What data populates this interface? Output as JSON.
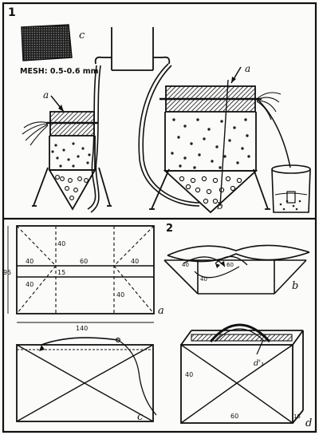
{
  "panel1": {
    "number": "1",
    "sample_letter": "c",
    "mesh_label": "MESH: 0.5-0.6 mm",
    "left_inlet_letter": "a",
    "right_inlet_letter": "a",
    "pump_letter": "b"
  },
  "panel2": {
    "number": "2",
    "pattern": {
      "dim_top": "40",
      "dim_left_side": "40",
      "dim_middle": "60",
      "dim_right_side": "40",
      "dim_height": "95",
      "dim_left_lower": "40",
      "dim_seam": "15",
      "dim_right_lower": "40",
      "dim_width": "140",
      "letter": "a"
    },
    "folding": {
      "dim_a": "40",
      "dim_b": "60",
      "dim_c": "40",
      "letter": "b"
    },
    "bag_open": {
      "letter": "c"
    },
    "bag_final": {
      "dim_height": "40",
      "dim_width": "60",
      "dim_corner": "15",
      "handle_label": "d'₁",
      "letter": "d"
    }
  }
}
